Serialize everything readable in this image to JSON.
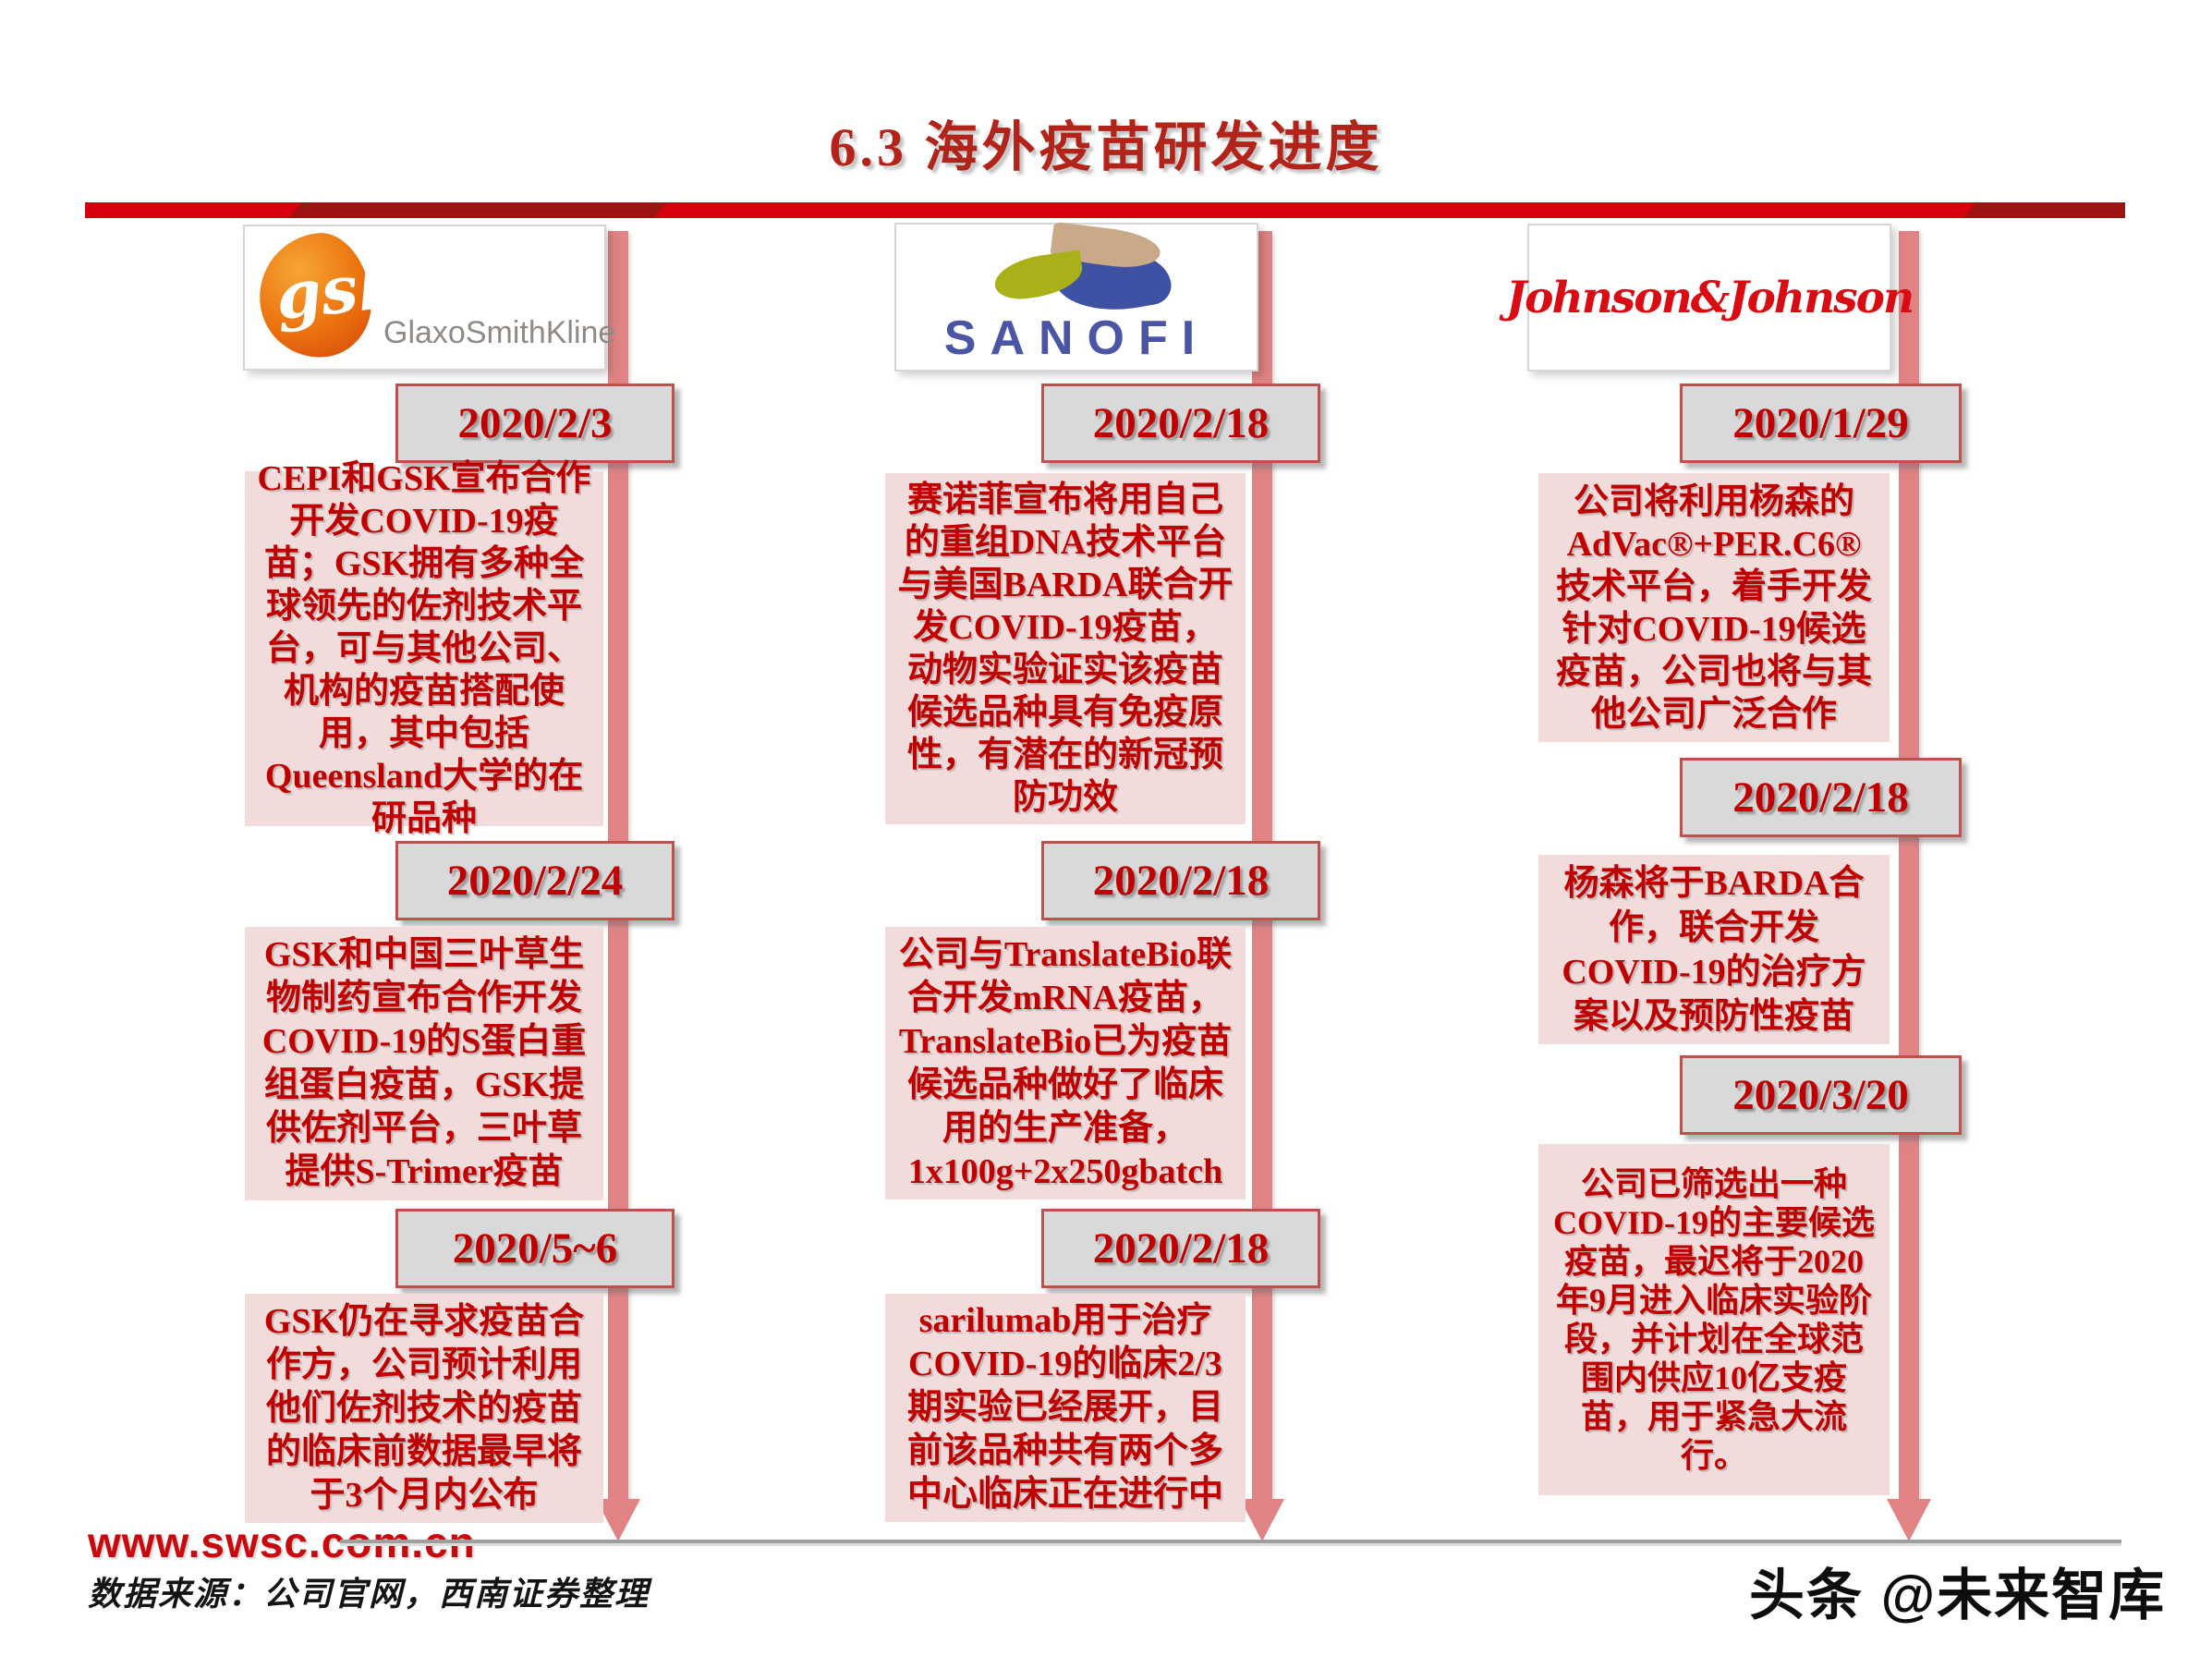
{
  "title": "6.3 海外疫苗研发进度",
  "columns": [
    {
      "company": "GSK",
      "logo": {
        "mark": "gsk",
        "wordmark": "GlaxoSmithKline"
      },
      "events": [
        {
          "date": "2020/2/3",
          "text": "CEPI和GSK宣布合作开发COVID-19疫苗；GSK拥有多种全球领先的佐剂技术平台，可与其他公司、机构的疫苗搭配使用，其中包括Queensland大学的在研品种"
        },
        {
          "date": "2020/2/24",
          "text": "GSK和中国三叶草生物制药宣布合作开发COVID-19的S蛋白重组蛋白疫苗，GSK提供佐剂平台，三叶草提供S-Trimer疫苗"
        },
        {
          "date": "2020/5~6",
          "text": "GSK仍在寻求疫苗合作方，公司预计利用他们佐剂技术的疫苗的临床前数据最早将于3个月内公布"
        }
      ]
    },
    {
      "company": "Sanofi",
      "logo": {
        "wordmark": "SANOFI"
      },
      "events": [
        {
          "date": "2020/2/18",
          "text": "赛诺菲宣布将用自己的重组DNA技术平台与美国BARDA联合开发COVID-19疫苗，动物实验证实该疫苗候选品种具有免疫原性，有潜在的新冠预防功效"
        },
        {
          "date": "2020/2/18",
          "text": "公司与TranslateBio联合开发mRNA疫苗，TranslateBio已为疫苗候选品种做好了临床用的生产准备，1x100g+2x250gbatch"
        },
        {
          "date": "2020/2/18",
          "text": "sarilumab用于治疗COVID-19的临床2/3期实验已经展开，目前该品种共有两个多中心临床正在进行中"
        }
      ]
    },
    {
      "company": "Johnson & Johnson",
      "logo": {
        "wordmark": "Johnson&Johnson"
      },
      "events": [
        {
          "date": "2020/1/29",
          "text": "公司将利用杨森的AdVac®+PER.C6®技术平台，着手开发针对COVID-19候选疫苗，公司也将与其他公司广泛合作"
        },
        {
          "date": "2020/2/18",
          "text": "杨森将于BARDA合作，联合开发COVID-19的治疗方案以及预防性疫苗"
        },
        {
          "date": "2020/3/20",
          "text": "公司已筛选出一种COVID-19的主要候选疫苗，最迟将于2020年9月进入临床实验阶段，并计划在全球范围内供应10亿支疫苗，用于紧急大流行。"
        }
      ]
    }
  ],
  "footer": {
    "url": "www.swsc.com.cn",
    "source": "数据来源：公司官网，西南证券整理",
    "watermark": "头条 @未来智库"
  },
  "colors": {
    "accent_red": "#c00000",
    "banner_red": "#d7000f",
    "banner_dark_red": "#9b1411",
    "timeline_salmon": "#e08384",
    "date_box_bg": "#d9d9d9",
    "date_box_border": "#c0504d",
    "text_box_bg": "#f2dcdb",
    "title_red": "#b2241a"
  }
}
